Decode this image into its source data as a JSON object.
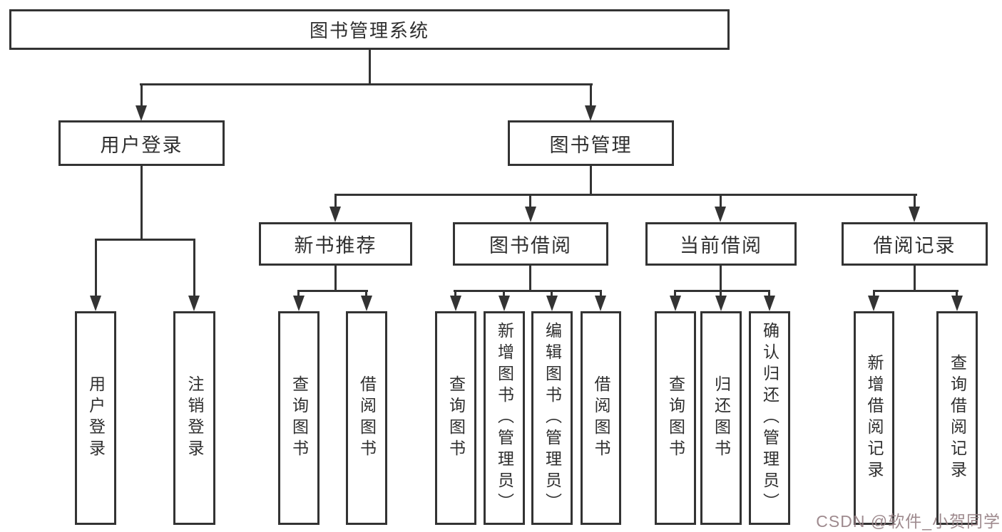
{
  "tree": {
    "root": "图书管理系统",
    "branches": [
      {
        "label": "用户登录",
        "leaves": [
          "用户登录",
          "注销登录"
        ]
      },
      {
        "label": "图书管理",
        "groups": [
          {
            "label": "新书推荐",
            "leaves": [
              "查询图书",
              "借阅图书"
            ]
          },
          {
            "label": "图书借阅",
            "leaves": [
              "查询图书",
              "新增图书（管理员）",
              "编辑图书（管理员）",
              "借阅图书"
            ]
          },
          {
            "label": "当前借阅",
            "leaves": [
              "查询图书",
              "归还图书",
              "确认归还（管理员）"
            ]
          },
          {
            "label": "借阅记录",
            "leaves": [
              "新增借阅记录",
              "查询借阅记录"
            ]
          }
        ]
      }
    ]
  },
  "watermark": {
    "text": "CSDN @软件_小贺同学"
  },
  "colors": {
    "line": "#333333",
    "box_background": "#ffffff",
    "text": "#2f2f2f",
    "watermark": "#968084"
  }
}
